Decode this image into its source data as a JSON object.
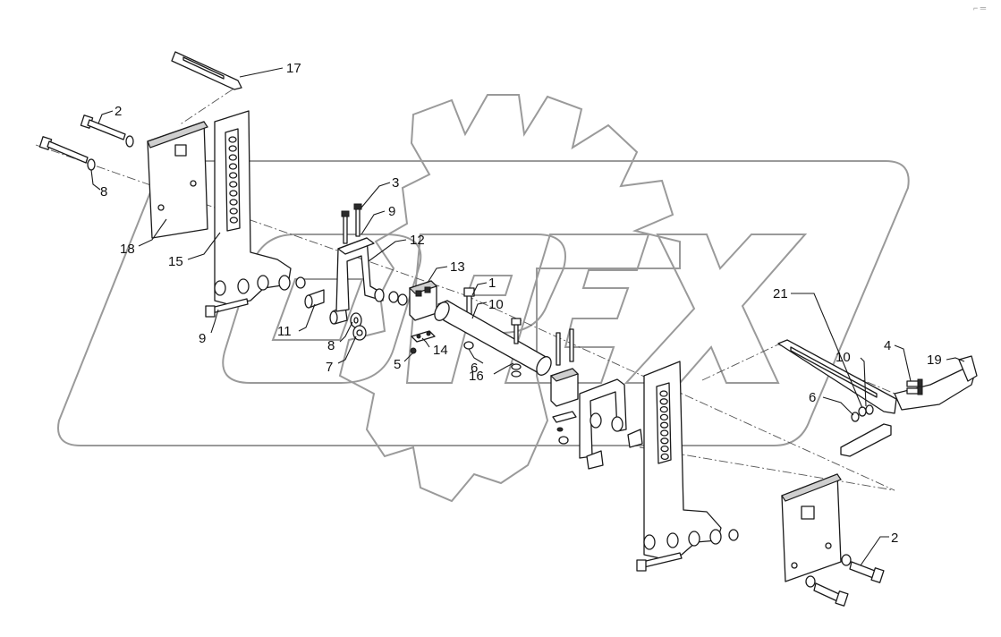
{
  "corner_mark": "⌐ ═",
  "callouts": [
    {
      "id": "17-top",
      "label": "17"
    },
    {
      "id": "2-top",
      "label": "2"
    },
    {
      "id": "8-left",
      "label": "8"
    },
    {
      "id": "18-left",
      "label": "18"
    },
    {
      "id": "15-left",
      "label": "15"
    },
    {
      "id": "9-lower",
      "label": "9"
    },
    {
      "id": "3",
      "label": "3"
    },
    {
      "id": "9-upper",
      "label": "9"
    },
    {
      "id": "12",
      "label": "12"
    },
    {
      "id": "13",
      "label": "13"
    },
    {
      "id": "11",
      "label": "11"
    },
    {
      "id": "8-mid",
      "label": "8"
    },
    {
      "id": "7",
      "label": "7"
    },
    {
      "id": "5",
      "label": "5"
    },
    {
      "id": "14",
      "label": "14"
    },
    {
      "id": "1",
      "label": "1"
    },
    {
      "id": "10-mid",
      "label": "10"
    },
    {
      "id": "6-mid",
      "label": "6"
    },
    {
      "id": "16",
      "label": "16"
    },
    {
      "id": "21",
      "label": "21"
    },
    {
      "id": "10-right",
      "label": "10"
    },
    {
      "id": "6-right",
      "label": "6"
    },
    {
      "id": "4",
      "label": "4"
    },
    {
      "id": "19",
      "label": "19"
    },
    {
      "id": "2-bottom",
      "label": "2"
    }
  ]
}
